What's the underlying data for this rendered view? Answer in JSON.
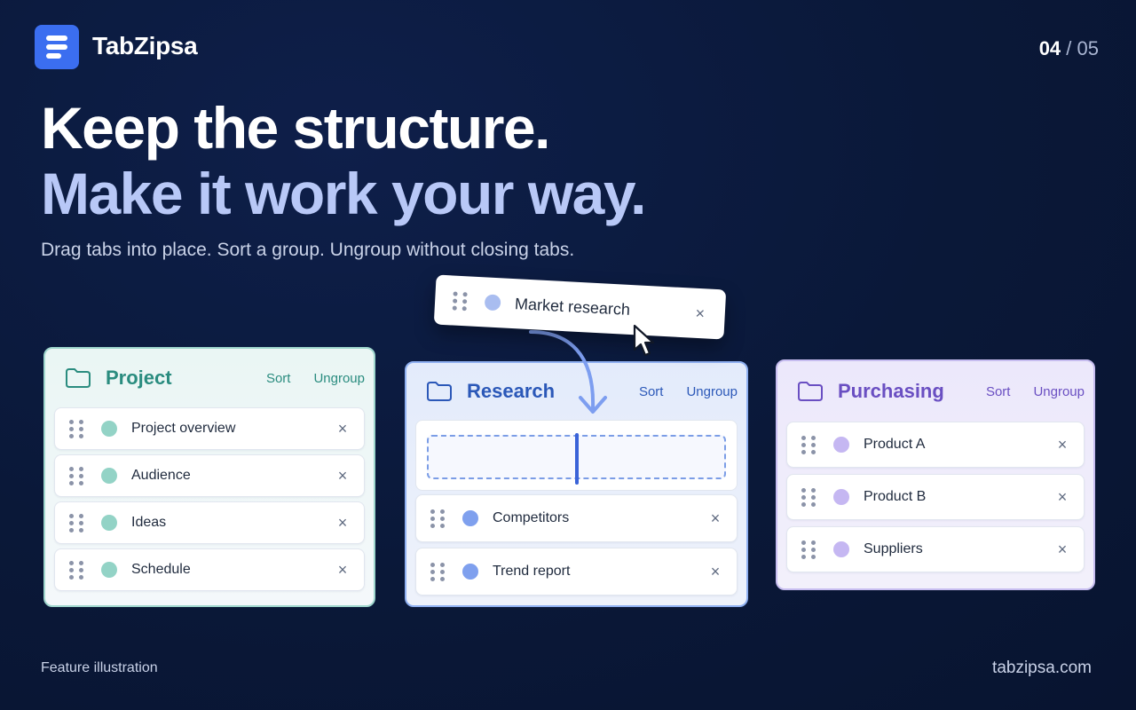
{
  "brand": {
    "name": "TabZipsa",
    "logo_icon": "tabzipsa-logo-icon"
  },
  "pager": {
    "current": "04",
    "separator": " / ",
    "total": "05"
  },
  "headline": {
    "line1": "Keep the structure.",
    "line2": "Make it work your way."
  },
  "subtitle": "Drag tabs into place. Sort a group. Ungroup without closing tabs.",
  "dragged_tab": {
    "label": "Market research",
    "close": "×"
  },
  "groups": {
    "project": {
      "title": "Project",
      "sort": "Sort",
      "ungroup": "Ungroup",
      "color": "#2a8c7f",
      "tabs": [
        {
          "label": "Project overview",
          "close": "×"
        },
        {
          "label": "Audience",
          "close": "×"
        },
        {
          "label": "Ideas",
          "close": "×"
        },
        {
          "label": "Schedule",
          "close": "×"
        }
      ]
    },
    "research": {
      "title": "Research",
      "sort": "Sort",
      "ungroup": "Ungroup",
      "color": "#2b58b8",
      "tabs": [
        {
          "label": "Competitors",
          "close": "×"
        },
        {
          "label": "Trend report",
          "close": "×"
        }
      ]
    },
    "purchasing": {
      "title": "Purchasing",
      "sort": "Sort",
      "ungroup": "Ungroup",
      "color": "#6a4fc2",
      "tabs": [
        {
          "label": "Product A",
          "close": "×"
        },
        {
          "label": "Product B",
          "close": "×"
        },
        {
          "label": "Suppliers",
          "close": "×"
        }
      ]
    }
  },
  "footer": {
    "left": "Feature illustration",
    "right": "tabzipsa.com"
  }
}
